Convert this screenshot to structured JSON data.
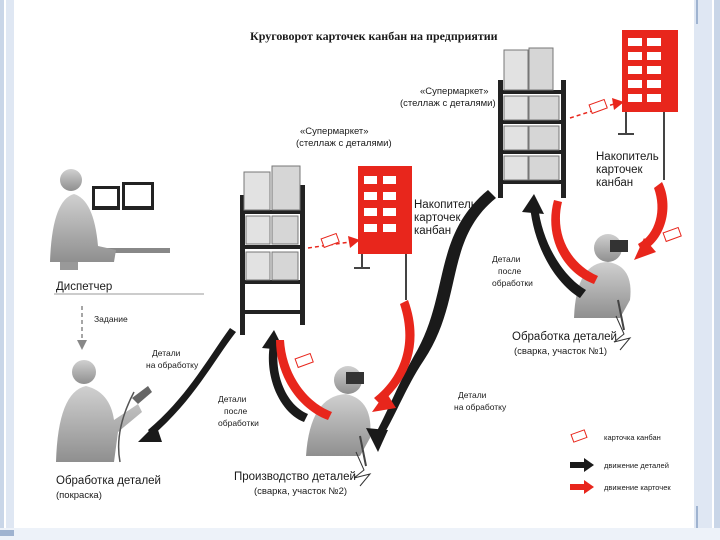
{
  "title": "Круговорот карточек канбан на предприятии",
  "labels": {
    "supermarket_top": [
      "«Супермаркет»",
      "(стеллаж с деталями)"
    ],
    "supermarket_mid": [
      "«Супермаркет»",
      "(стеллаж с деталями)"
    ],
    "accumulator_top": [
      "Накопитель",
      "карточек",
      "канбан"
    ],
    "accumulator_mid": [
      "Накопитель",
      "карточек",
      "канбан"
    ],
    "dispatcher": "Диспетчер",
    "task": "Задание",
    "parts_to_processing_left": [
      "Детали",
      "на обработку"
    ],
    "parts_to_processing_mid": [
      "Детали",
      "на обработку"
    ],
    "parts_after_processing_mid": [
      "Детали",
      "после",
      "обработки"
    ],
    "parts_after_processing_right": [
      "Детали",
      "после",
      "обработки"
    ],
    "processing_right": [
      "Обработка деталей",
      "(сварка, участок №1)"
    ],
    "production_mid": [
      "Производство деталей",
      "(сварка, участок №2)"
    ],
    "processing_left": [
      "Обработка деталей",
      "(покраска)"
    ]
  },
  "legend": {
    "kanban_card": "карточка канбан",
    "parts_movement": "движение деталей",
    "cards_movement": "движение карточек"
  },
  "colors": {
    "red": "#e8261c",
    "black": "#1a1a1a",
    "gray": "#bdbdbd"
  }
}
